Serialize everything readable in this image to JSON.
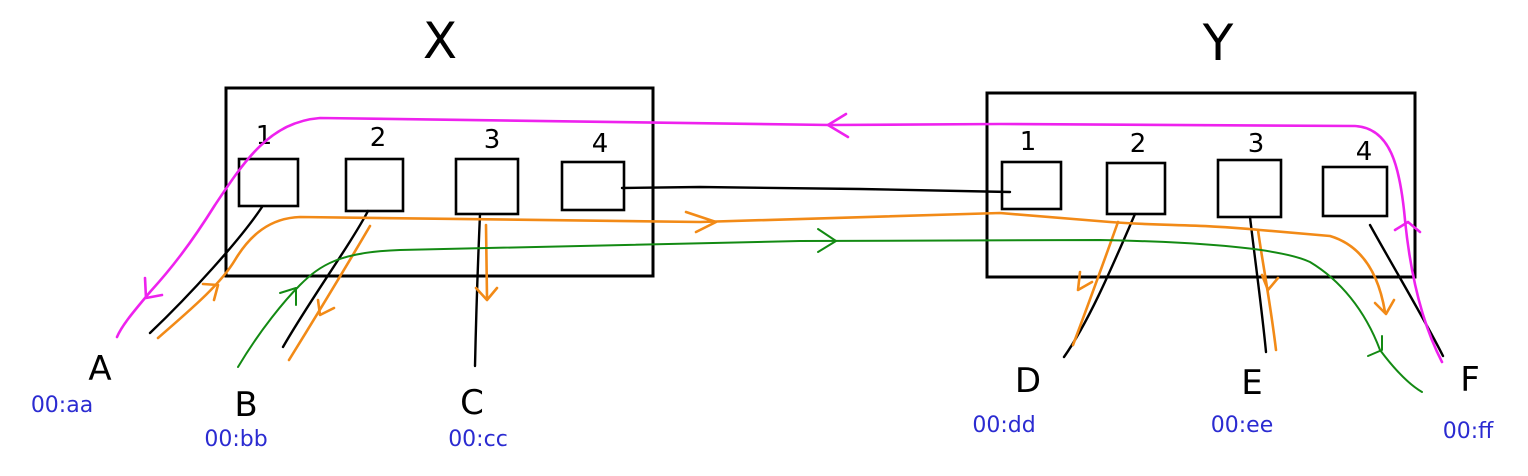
{
  "switches": [
    {
      "label": "X",
      "ports": [
        "1",
        "2",
        "3",
        "4"
      ]
    },
    {
      "label": "Y",
      "ports": [
        "1",
        "2",
        "3",
        "4"
      ]
    }
  ],
  "hosts": [
    {
      "label": "A",
      "mac": "00:aa"
    },
    {
      "label": "B",
      "mac": "00:bb"
    },
    {
      "label": "C",
      "mac": "00:cc"
    },
    {
      "label": "D",
      "mac": "00:dd"
    },
    {
      "label": "E",
      "mac": "00:ee"
    },
    {
      "label": "F",
      "mac": "00:ff"
    }
  ],
  "colors": {
    "box": "#000000",
    "mac_text": "#2b2bd1",
    "orange_flow": "#f28a17",
    "green_flow": "#138a13",
    "magenta_flow": "#ee22ee"
  }
}
